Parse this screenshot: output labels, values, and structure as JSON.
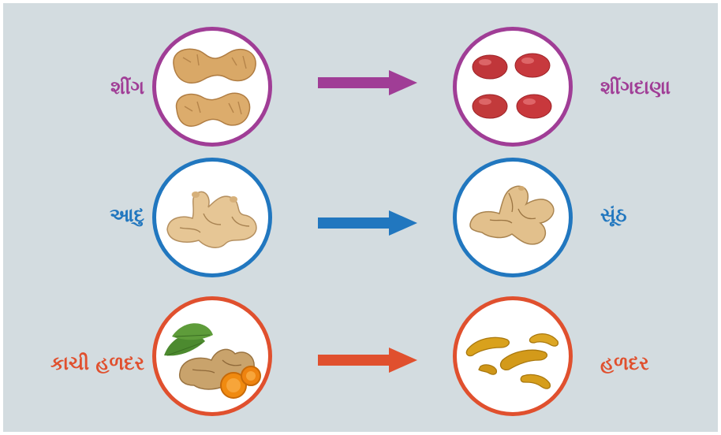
{
  "colors": {
    "background": "#d3dce0",
    "row1": "#a03d96",
    "row2": "#2177bf",
    "row3": "#e0502e"
  },
  "rows": [
    {
      "from_label": "શીંગ",
      "to_label": "શીંગદાણા",
      "from_image": "peanuts-in-shell",
      "to_image": "peanut-kernels"
    },
    {
      "from_label": "આદુ",
      "to_label": "સૂંઠ",
      "from_image": "fresh-ginger",
      "to_image": "dried-ginger"
    },
    {
      "from_label": "કાચી હળદર",
      "to_label": "હળદર",
      "from_image": "raw-turmeric",
      "to_image": "dried-turmeric"
    }
  ]
}
